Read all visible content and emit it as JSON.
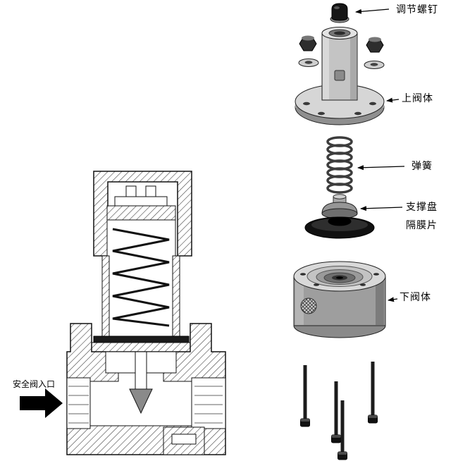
{
  "page": {
    "background": "#ffffff"
  },
  "diagram": {
    "type": "valve-assembly-exploded-and-section",
    "labels": {
      "adjust_screw": "调节螺钉",
      "upper_body": "上阀体",
      "spring": "弹簧",
      "support_disk": "支撑盘",
      "diaphragm": "隔膜片",
      "lower_body": "下阀体",
      "inlet": "安全阀入口"
    },
    "colors": {
      "ink": "#000000",
      "metal_light": "#d9d9d9",
      "metal_mid": "#a0a0a0",
      "metal_dark": "#555555",
      "rubber_black": "#141414"
    }
  }
}
